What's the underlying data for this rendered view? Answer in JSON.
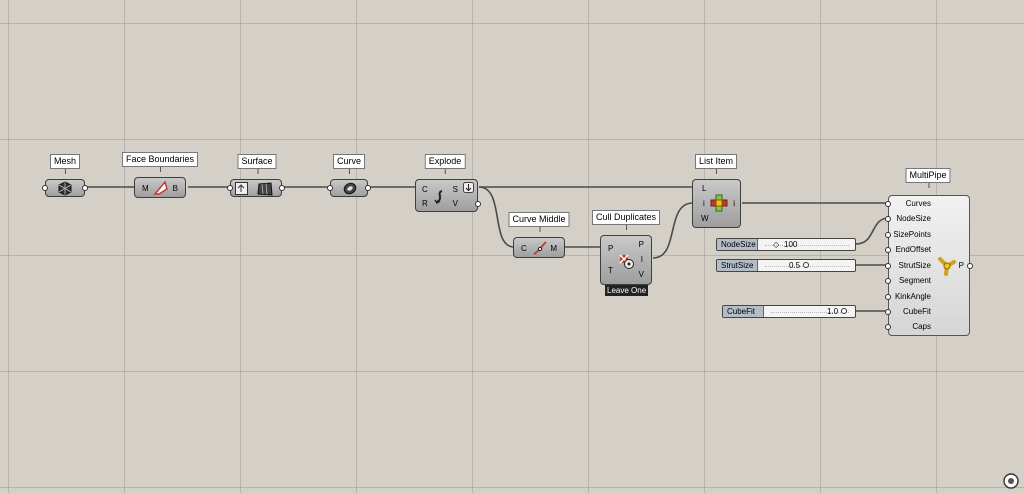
{
  "components": {
    "mesh": {
      "label": "Mesh"
    },
    "face_boundaries": {
      "label": "Face Boundaries",
      "input": "M",
      "output": "B"
    },
    "surface": {
      "label": "Surface"
    },
    "curve": {
      "label": "Curve"
    },
    "explode": {
      "label": "Explode",
      "inputs": [
        "C",
        "R"
      ],
      "outputs": [
        "S",
        "V"
      ]
    },
    "curve_middle": {
      "label": "Curve Middle",
      "input": "C",
      "output": "M"
    },
    "cull_duplicates": {
      "label": "Cull Duplicates",
      "inputs": [
        "P",
        "T"
      ],
      "outputs": [
        "P",
        "I",
        "V"
      ],
      "mode": "Leave One"
    },
    "list_item": {
      "label": "List Item",
      "inputs": [
        "L",
        "i",
        "W"
      ],
      "output": "i"
    },
    "multipipe": {
      "label": "MultiPipe",
      "inputs": [
        "Curves",
        "NodeSize",
        "SizePoints",
        "EndOffset",
        "StrutSize",
        "Segment",
        "KinkAngle",
        "CubeFit",
        "Caps"
      ],
      "output": "P"
    }
  },
  "sliders": {
    "nodesize": {
      "name": "NodeSize",
      "value": "100",
      "glyph": "◇"
    },
    "strutsize": {
      "name": "StrutSize",
      "value": "0.5"
    },
    "cubefit": {
      "name": "CubeFit",
      "value": "1.0"
    }
  },
  "colors": {
    "canvas": "#d4d0c8",
    "wire": "#4a4a4a",
    "slider_name_bg": "#b3bdc8"
  },
  "icons": {
    "mesh": "mesh-param-icon",
    "face_boundaries": "face-boundaries-icon",
    "surface": "surface-param-icon",
    "curve": "curve-param-icon",
    "explode": "explode-icon",
    "curve_middle": "curve-middle-icon",
    "cull_duplicates": "cull-duplicates-icon",
    "list_item": "list-item-icon",
    "multipipe": "multipipe-icon",
    "navigation": "canvas-navigation-icon"
  }
}
